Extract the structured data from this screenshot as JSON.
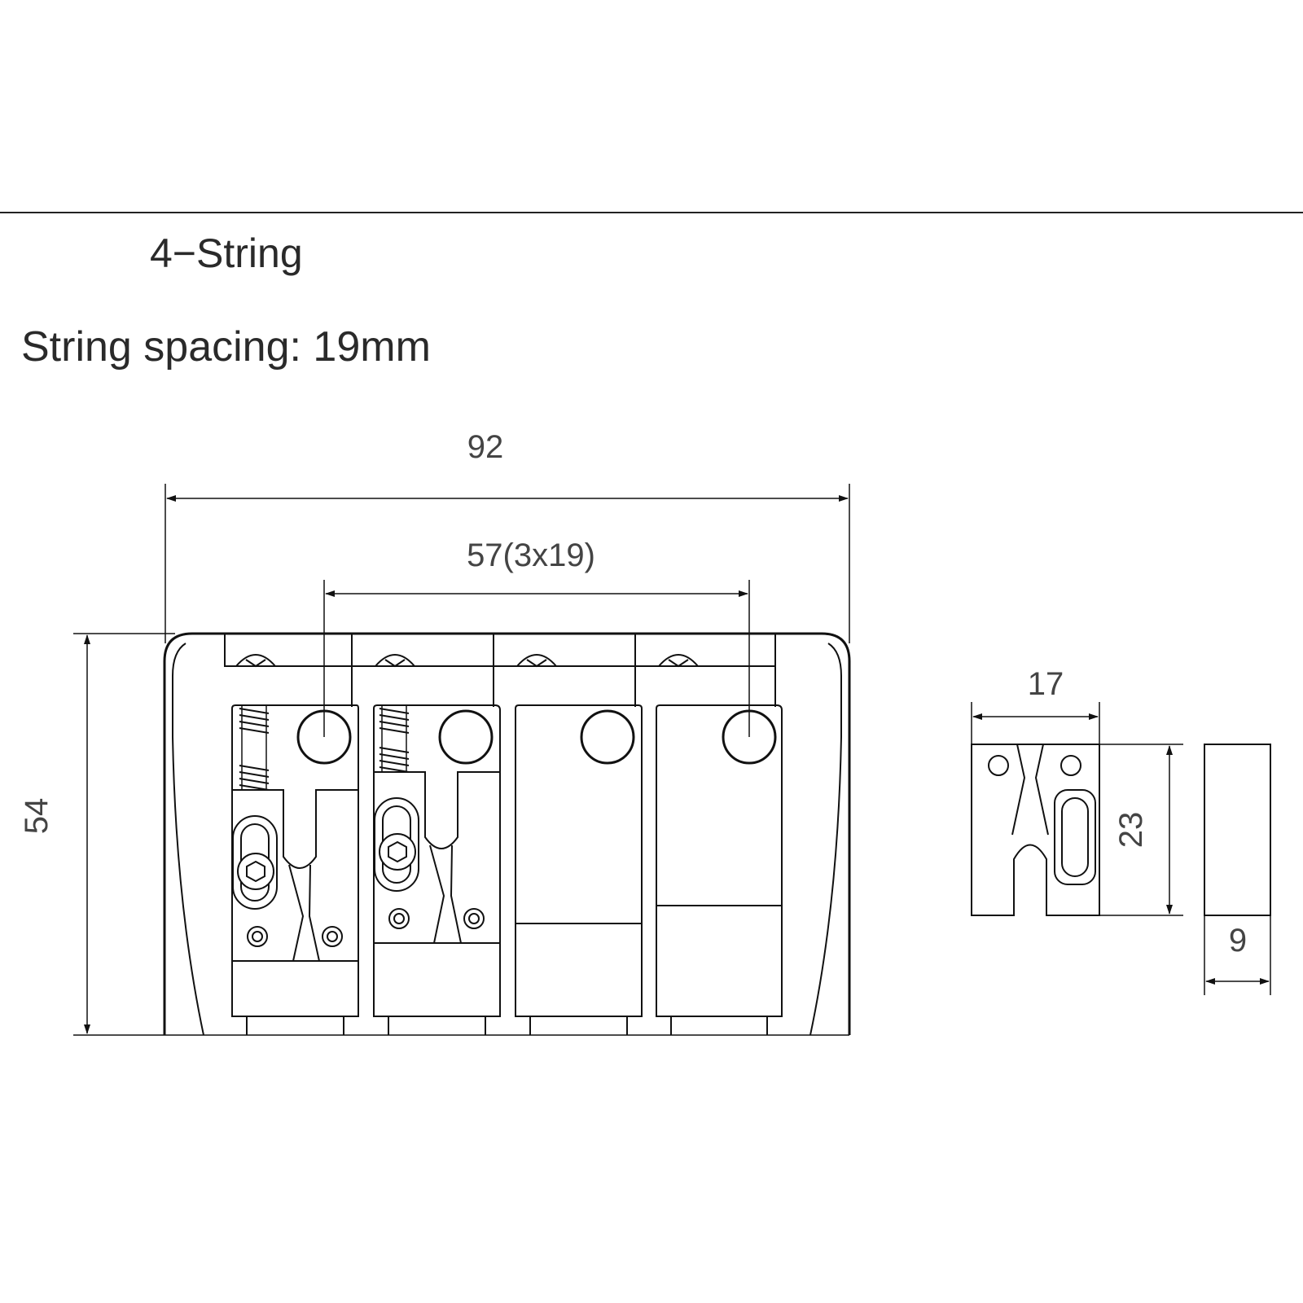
{
  "title": "4−String",
  "subtitle": "String spacing: 19mm",
  "dimensions": {
    "overall_width": "92",
    "post_spacing": "57(3x19)",
    "height": "54",
    "saddle_width": "17",
    "saddle_height": "23",
    "saddle_depth": "9"
  },
  "colors": {
    "line": "#111111",
    "text": "#444444",
    "background": "#ffffff"
  }
}
